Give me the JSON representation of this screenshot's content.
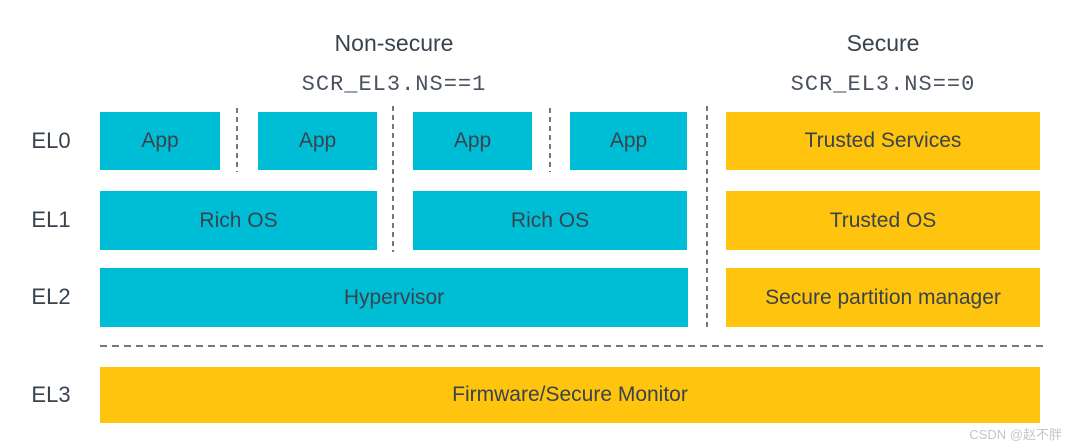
{
  "headers": {
    "nonsecure": {
      "title": "Non-secure",
      "subtitle": "SCR_EL3.NS==1"
    },
    "secure": {
      "title": "Secure",
      "subtitle": "SCR_EL3.NS==0"
    }
  },
  "row_labels": [
    "EL0",
    "EL1",
    "EL2",
    "EL3"
  ],
  "boxes": {
    "el0_apps": [
      "App",
      "App",
      "App",
      "App"
    ],
    "el0_secure": "Trusted Services",
    "el1_rich_os_left": "Rich OS",
    "el1_rich_os_right": "Rich OS",
    "el1_secure": "Trusted OS",
    "el2_hypervisor": "Hypervisor",
    "el2_secure": "Secure partition manager",
    "el3_firmware": "Firmware/Secure Monitor"
  },
  "colors": {
    "nonsecure_box": "#00BDD6",
    "secure_box": "#FFC40D",
    "text_dark": "#39434D",
    "divider": "#6F7982"
  },
  "watermark": "CSDN @赵不胖"
}
